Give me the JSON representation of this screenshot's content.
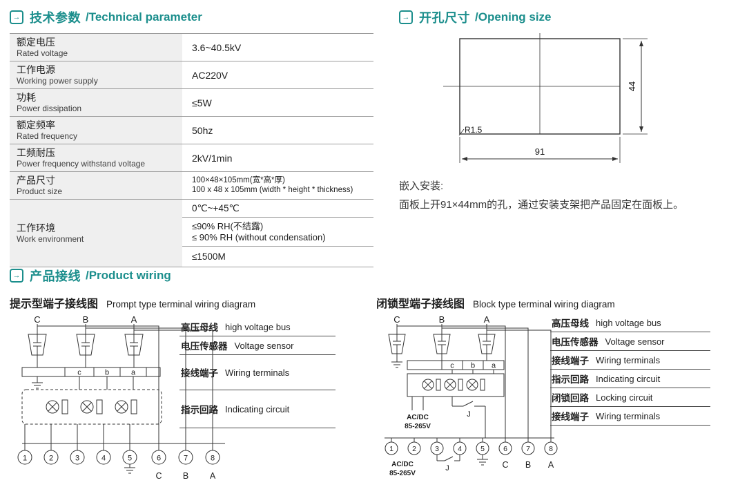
{
  "colors": {
    "accent": "#1b8e8c",
    "table_label_bg": "#efefef",
    "line_gray": "#9c9c9c",
    "text": "#222222"
  },
  "tech": {
    "title_zh": "技术参数",
    "title_en": "/Technical parameter",
    "rows": [
      {
        "zh": "额定电压",
        "en": "Rated voltage",
        "value": "3.6~40.5kV"
      },
      {
        "zh": "工作电源",
        "en": "Working power supply",
        "value": "AC220V"
      },
      {
        "zh": "功耗",
        "en": "Power dissipation",
        "value": "≤5W"
      },
      {
        "zh": "额定频率",
        "en": "Rated frequency",
        "value": "50hz"
      },
      {
        "zh": "工频耐压",
        "en": "Power frequency withstand voltage",
        "value": "2kV/1min"
      },
      {
        "zh": "产品尺寸",
        "en": "Product size",
        "value_line1": "100×48×105mm(宽*高*厚)",
        "value_line2": "100 x 48 x 105mm (width * height * thickness)"
      },
      {
        "zh": "工作环境",
        "en": "Work environment",
        "value1": "0℃~+45℃",
        "value2_line1": "≤90% RH(不结露)",
        "value2_line2": "≤ 90% RH (without condensation)",
        "value3": "≤1500M"
      }
    ]
  },
  "opening": {
    "title_zh": "开孔尺寸",
    "title_en": "/Opening size",
    "dim_width": "91",
    "dim_height": "44",
    "corner_radius": "R1.5",
    "note_title": "嵌入安装:",
    "note_text": "面板上开91×44mm的孔，通过安装支架把产品固定在面板上。"
  },
  "wiring": {
    "title_zh": "产品接线",
    "title_en": "/Product wiring",
    "prompt": {
      "title_zh": "提示型端子接线图",
      "title_en": "Prompt type terminal wiring diagram",
      "phases": [
        "C",
        "B",
        "A"
      ],
      "terminals": [
        "c",
        "b",
        "a"
      ],
      "numbers": [
        "1",
        "2",
        "3",
        "4",
        "5",
        "6",
        "7",
        "8"
      ],
      "bottom_labels": [
        "C",
        "B",
        "A"
      ],
      "legend": [
        {
          "zh": "高压母线",
          "en": "high voltage bus"
        },
        {
          "zh": "电压传感器",
          "en": "Voltage sensor"
        },
        {
          "zh": "接线端子",
          "en": "Wiring terminals"
        },
        {
          "zh": "指示回路",
          "en": "Indicating circuit"
        }
      ]
    },
    "block": {
      "title_zh": "闭锁型端子接线图",
      "title_en": "Block type terminal wiring diagram",
      "phases": [
        "C",
        "B",
        "A"
      ],
      "terminals": [
        "c",
        "b",
        "a"
      ],
      "numbers": [
        "1",
        "2",
        "3",
        "4",
        "5",
        "6",
        "7",
        "8"
      ],
      "bottom_labels": [
        "C",
        "B",
        "A"
      ],
      "power_label": "AC/DC",
      "power_voltage": "85-265V",
      "relay_label": "J",
      "legend": [
        {
          "zh": "高压母线",
          "en": "high voltage bus"
        },
        {
          "zh": "电压传感器",
          "en": "Voltage sensor"
        },
        {
          "zh": "接线端子",
          "en": "Wiring terminals"
        },
        {
          "zh": "指示回路",
          "en": "Indicating circuit"
        },
        {
          "zh": "闭锁回路",
          "en": "Locking circuit"
        },
        {
          "zh": "接线端子",
          "en": "Wiring terminals"
        }
      ]
    }
  }
}
